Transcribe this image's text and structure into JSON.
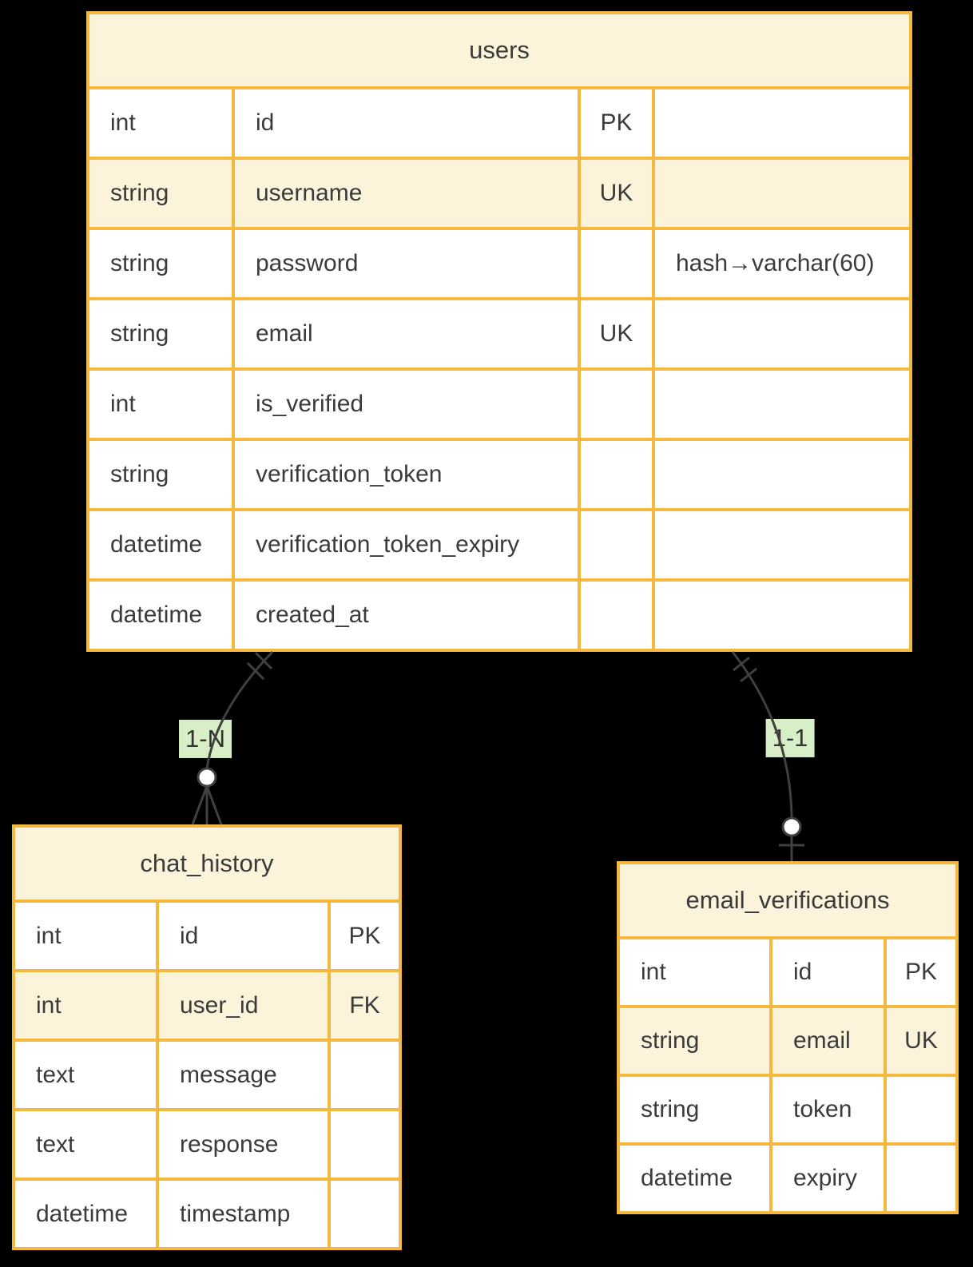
{
  "diagram": {
    "background": "#000000",
    "colors": {
      "entity_border": "#f5b83e",
      "header_fill": "#fcf3db",
      "row_fill": "#ffffff",
      "row_highlight_fill": "#fcf3db",
      "text": "#3b3b3b",
      "relationship_line": "#404040",
      "relationship_label_bg": "#d7eec6"
    },
    "tables": {
      "users": {
        "title": "users",
        "rows": [
          {
            "type": "int",
            "name": "id",
            "key": "PK",
            "comment": ""
          },
          {
            "type": "string",
            "name": "username",
            "key": "UK",
            "comment": ""
          },
          {
            "type": "string",
            "name": "password",
            "key": "",
            "comment": "hash→varchar(60)"
          },
          {
            "type": "string",
            "name": "email",
            "key": "UK",
            "comment": ""
          },
          {
            "type": "int",
            "name": "is_verified",
            "key": "",
            "comment": ""
          },
          {
            "type": "string",
            "name": "verification_token",
            "key": "",
            "comment": ""
          },
          {
            "type": "datetime",
            "name": "verification_token_expiry",
            "key": "",
            "comment": ""
          },
          {
            "type": "datetime",
            "name": "created_at",
            "key": "",
            "comment": ""
          }
        ]
      },
      "chat_history": {
        "title": "chat_history",
        "rows": [
          {
            "type": "int",
            "name": "id",
            "key": "PK"
          },
          {
            "type": "int",
            "name": "user_id",
            "key": "FK"
          },
          {
            "type": "text",
            "name": "message",
            "key": ""
          },
          {
            "type": "text",
            "name": "response",
            "key": ""
          },
          {
            "type": "datetime",
            "name": "timestamp",
            "key": ""
          }
        ]
      },
      "email_verifications": {
        "title": "email_verifications",
        "rows": [
          {
            "type": "int",
            "name": "id",
            "key": "PK"
          },
          {
            "type": "string",
            "name": "email",
            "key": "UK"
          },
          {
            "type": "string",
            "name": "token",
            "key": ""
          },
          {
            "type": "datetime",
            "name": "expiry",
            "key": ""
          }
        ]
      }
    },
    "relationships": [
      {
        "from": "users",
        "to": "chat_history",
        "label": "1-N",
        "from_cardinality": "exactly-one",
        "to_cardinality": "zero-or-many"
      },
      {
        "from": "users",
        "to": "email_verifications",
        "label": "1-1",
        "from_cardinality": "exactly-one",
        "to_cardinality": "zero-or-one"
      }
    ]
  }
}
